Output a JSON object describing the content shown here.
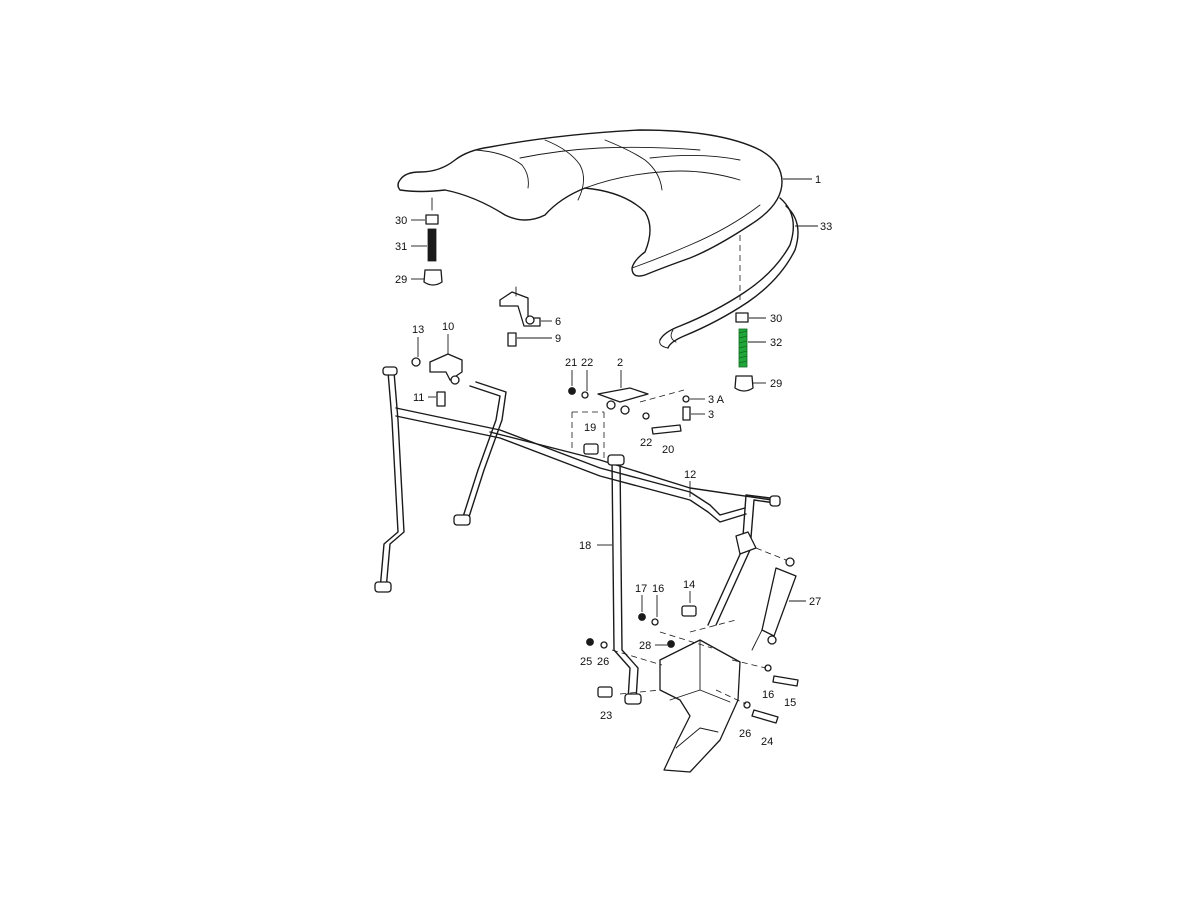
{
  "diagram": {
    "highlight_color": "#22a63a",
    "line_color": "#1a1a1a",
    "callouts": {
      "c1": "1",
      "c33": "33",
      "c30a": "30",
      "c31": "31",
      "c29a": "29",
      "c6": "6",
      "c9": "9",
      "c30b": "30",
      "c32": "32",
      "c29b": "29",
      "c13": "13",
      "c10": "10",
      "c11": "11",
      "c21": "21",
      "c22a": "22",
      "c2": "2",
      "c3a": "3 A",
      "c3": "3",
      "c19": "19",
      "c22b": "22",
      "c20": "20",
      "c12": "12",
      "c18": "18",
      "c27": "27",
      "c17": "17",
      "c16a": "16",
      "c14": "14",
      "c28": "28",
      "c25": "25",
      "c26a": "26",
      "c16b": "16",
      "c15": "15",
      "c23": "23",
      "c26b": "26",
      "c24": "24"
    }
  }
}
